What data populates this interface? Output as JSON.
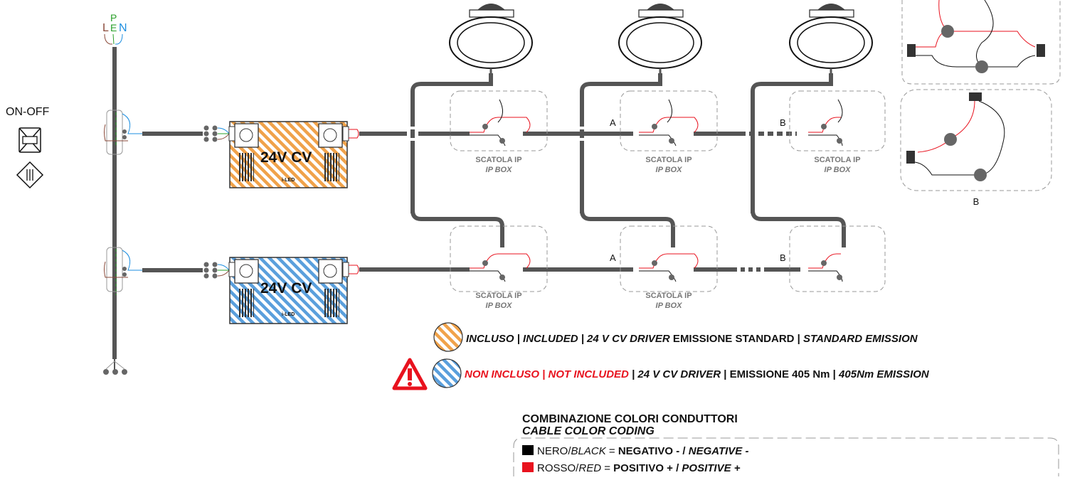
{
  "phases": {
    "l": "L",
    "pe_p": "P",
    "pe_e": "E",
    "n": "N"
  },
  "control": {
    "label": "ON-OFF"
  },
  "drivers": [
    {
      "label": "24V CV",
      "brand": "i-LED",
      "color": "#f0a24a"
    },
    {
      "label": "24V CV",
      "brand": "i-LED",
      "color": "#5a9fdc"
    }
  ],
  "junction": {
    "line1": "SCATOLA IP",
    "line2": "IP BOX"
  },
  "markers": {
    "a": "A",
    "b": "B"
  },
  "legend": {
    "included": {
      "part1": "INCLUSO | INCLUDED | 24 V CV DRIVER",
      "part2": " EMISSIONE STANDARD | ",
      "part3": "STANDARD EMISSION"
    },
    "not_included": {
      "part1": "NON INCLUSO | NOT INCLUDED",
      "part2": " | 24 V CV DRIVER ",
      "part3": "| EMISSIONE 405 Nm | ",
      "part4": "405Nm EMISSION"
    }
  },
  "cable_coding": {
    "title_it": "COMBINAZIONE COLORI CONDUTTORI",
    "title_en": "CABLE COLOR CODING",
    "black": {
      "it": "NERO/",
      "en": "BLACK",
      "eq": " = ",
      "meaning_it": "NEGATIVO - / ",
      "meaning_en": "NEGATIVE -",
      "color": "#000000"
    },
    "red": {
      "it": "ROSSO/",
      "en": "RED",
      "eq": " = ",
      "meaning_it": "POSITIVO + / ",
      "meaning_en": "POSITIVE +",
      "color": "#e8121e"
    }
  },
  "colors": {
    "cable": "#555555",
    "live": "#8a4a3a",
    "earth": "#2aa02a",
    "neutral": "#1e8fe0",
    "positive": "#e8121e",
    "negative": "#000000"
  }
}
